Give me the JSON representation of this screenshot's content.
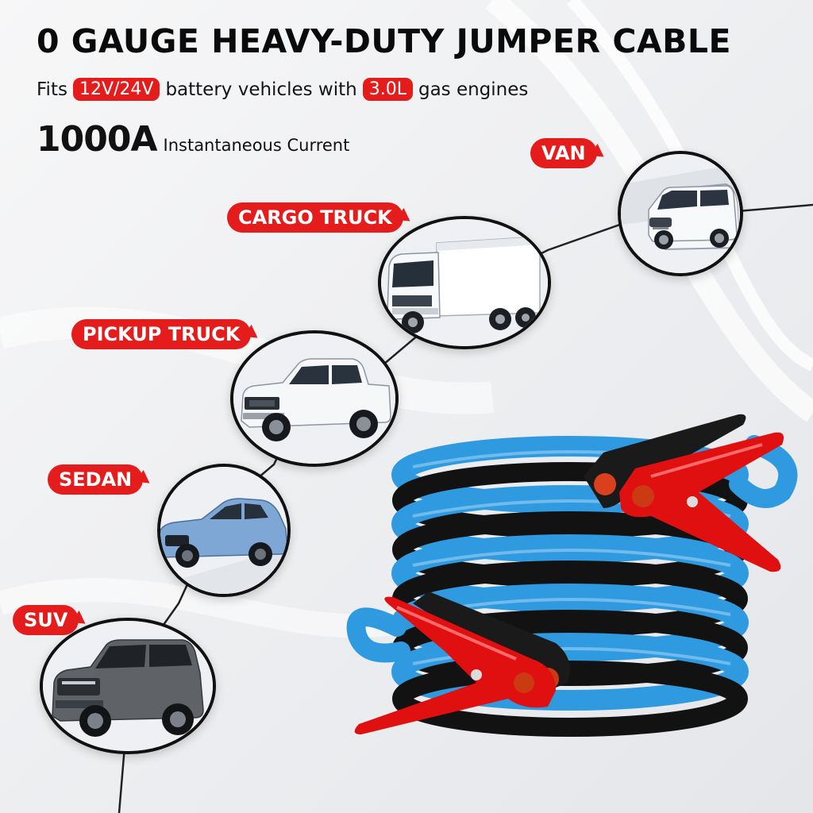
{
  "headline": "0 GAUGE HEAVY-DUTY JUMPER CABLE",
  "fits": {
    "prefix": "Fits",
    "voltage": "12V/24V",
    "middle": "battery vehicles with",
    "engine": "3.0L",
    "suffix": "gas engines"
  },
  "current": {
    "value": "1000A",
    "label": "Instantaneous Current"
  },
  "vehicles": [
    {
      "label": "VAN",
      "icon": "van-icon"
    },
    {
      "label": "CARGO TRUCK",
      "icon": "cargo-truck-icon"
    },
    {
      "label": "PICKUP TRUCK",
      "icon": "pickup-truck-icon"
    },
    {
      "label": "SEDAN",
      "icon": "sedan-icon"
    },
    {
      "label": "SUV",
      "icon": "suv-icon"
    }
  ],
  "colors": {
    "accent": "#e41c1c",
    "cable_blue": "#2f9ae0",
    "cable_black": "#121212",
    "clamp_red": "#e01010"
  }
}
